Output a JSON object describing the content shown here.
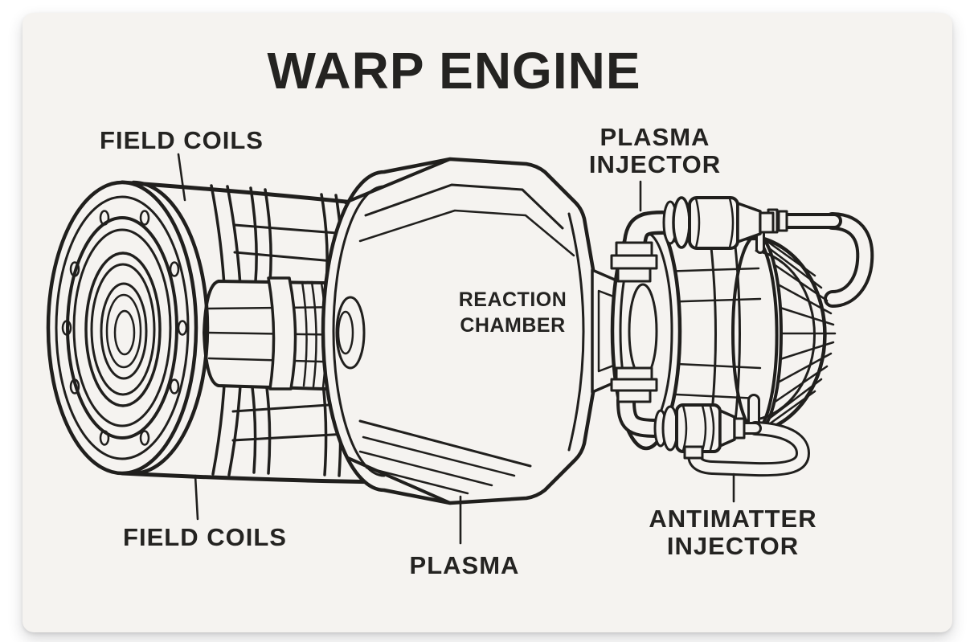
{
  "title": "WARP ENGINE",
  "diagram": {
    "labels": {
      "field_coils_top": "FIELD COILS",
      "plasma_injector": {
        "line1": "PLASMA",
        "line2": "INJECTOR"
      },
      "reaction_chamber": {
        "line1": "REACTION",
        "line2": "CHAMBER"
      },
      "field_coils_bottom": "FIELD COILS",
      "plasma": "PLASMA",
      "antimatter_injector": {
        "line1": "ANTIMATTER",
        "line2": "INJECTOR"
      }
    }
  },
  "colors": {
    "page_background": "#ffffff",
    "card_background": "#f5f3f0",
    "line": "#201f1d",
    "text": "#242321"
  }
}
